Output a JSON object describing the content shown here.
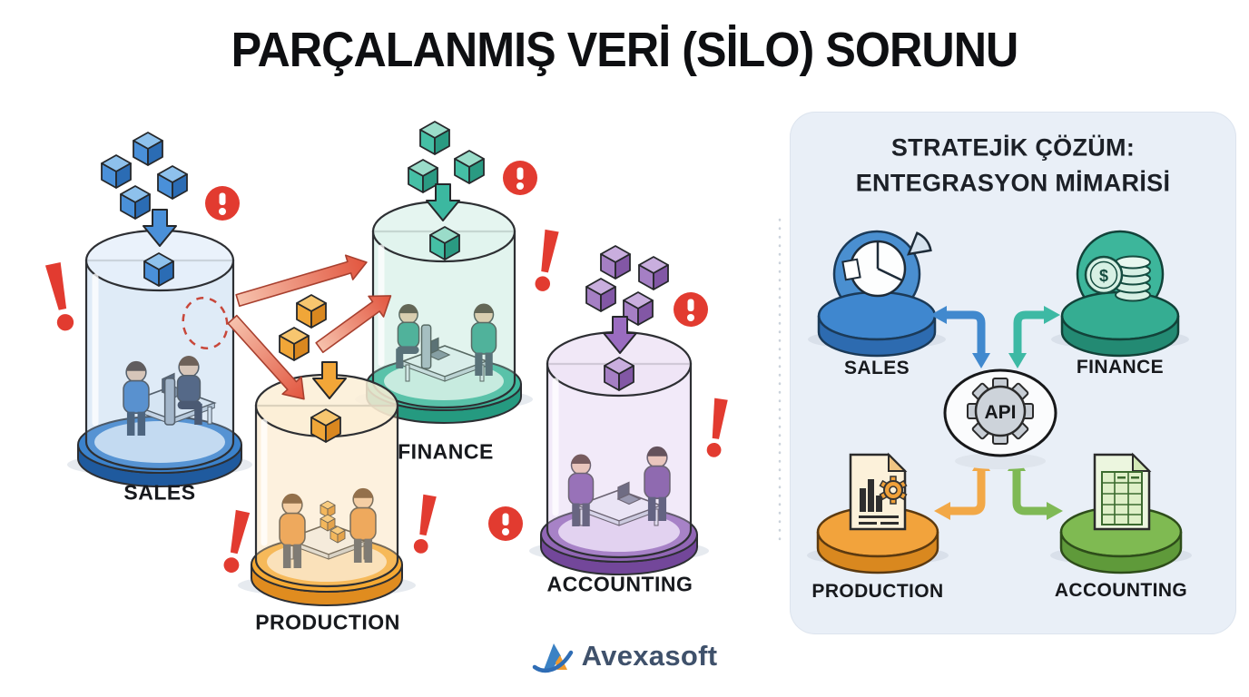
{
  "title": "PARÇALANMIŞ VERİ (SİLO) SORUNU",
  "problem_scene": {
    "silos": [
      {
        "id": "sales",
        "label": "SALES",
        "accent": "#3b82cc"
      },
      {
        "id": "production",
        "label": "PRODUCTION",
        "accent": "#f5a933"
      },
      {
        "id": "finance",
        "label": "FINANCE",
        "accent": "#3cb89c"
      },
      {
        "id": "accounting",
        "label": "ACCOUNTING",
        "accent": "#9166b5"
      }
    ],
    "warning_color": "#e23b30"
  },
  "solution_panel": {
    "title_line1": "STRATEJİK ÇÖZÜM:",
    "title_line2": "ENTEGRASYON MİMARİSİ",
    "background": "#e9eff7",
    "center_node": {
      "label": "API"
    },
    "nodes": [
      {
        "id": "sales",
        "label": "SALES",
        "accent": "#4189ce"
      },
      {
        "id": "finance",
        "label": "FINANCE",
        "accent": "#3db69b"
      },
      {
        "id": "production",
        "label": "PRODUCTION",
        "accent": "#f2a33c"
      },
      {
        "id": "accounting",
        "label": "ACCOUNTING",
        "accent": "#7fba52"
      }
    ]
  },
  "icons": {
    "dollar_sign": "$"
  },
  "footer": {
    "brand": "Avexasoft"
  }
}
